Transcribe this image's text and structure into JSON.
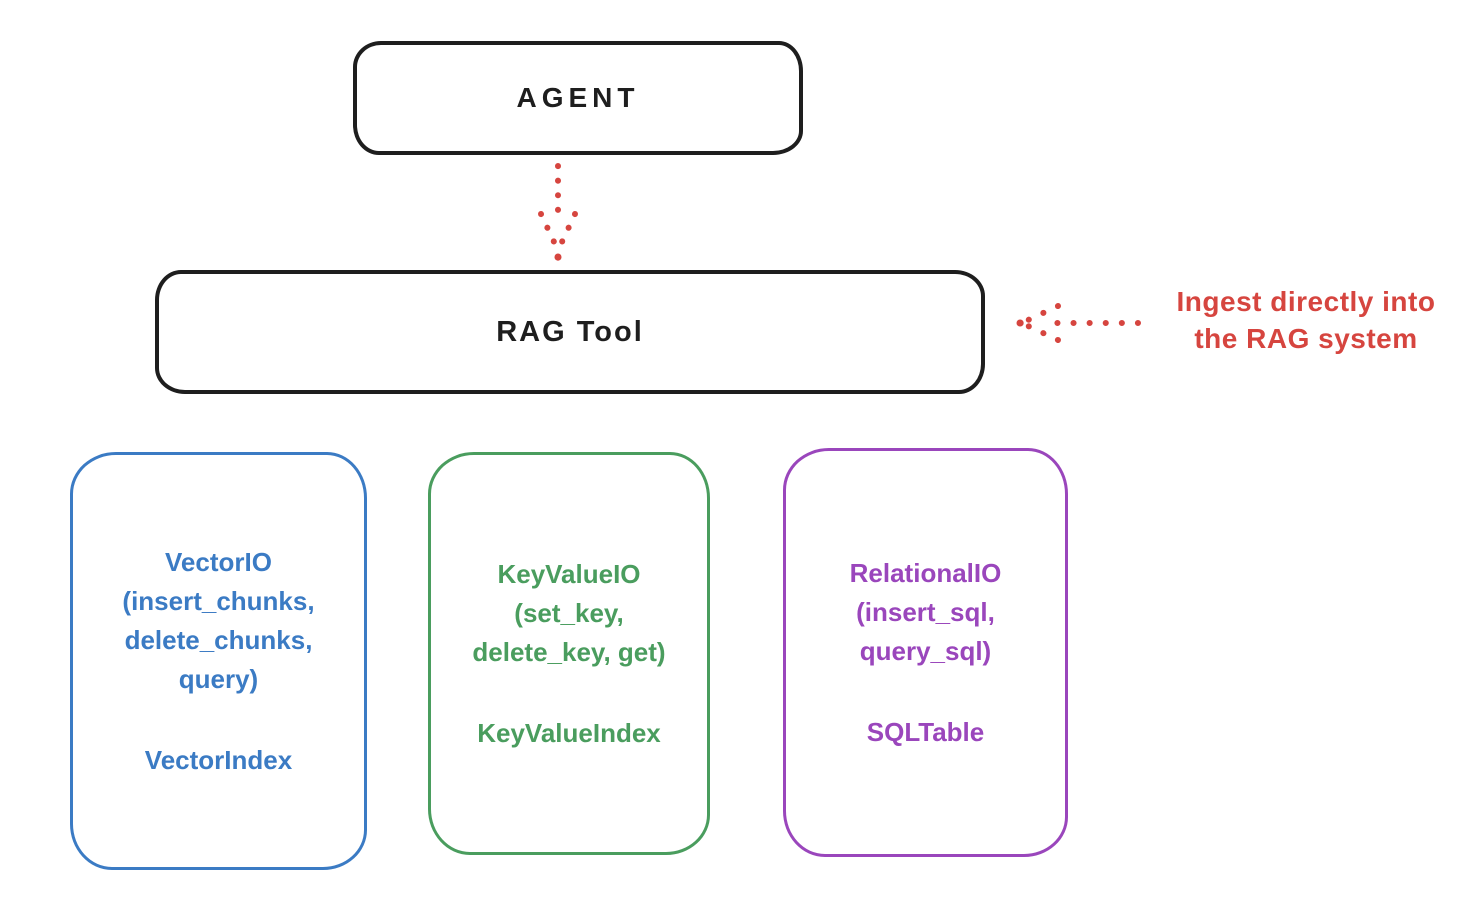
{
  "agent": {
    "label": "AGENT"
  },
  "rag_tool": {
    "label": "RAG Tool"
  },
  "annotation": {
    "line1": "Ingest directly into",
    "line2": "the RAG system"
  },
  "io_boxes": [
    {
      "name": "vector",
      "color": "#3b7bc4",
      "heading_lines": [
        "VectorIO",
        "(insert_chunks,",
        "delete_chunks,",
        "query)"
      ],
      "index_label": "VectorIndex"
    },
    {
      "name": "keyvalue",
      "color": "#4a9d5e",
      "heading_lines": [
        "KeyValueIO",
        "(set_key,",
        "delete_key, get)"
      ],
      "index_label": "KeyValueIndex"
    },
    {
      "name": "relational",
      "color": "#9a46bc",
      "heading_lines": [
        "RelationalIO",
        "(insert_sql,",
        "query_sql)"
      ],
      "index_label": "SQLTable"
    }
  ],
  "colors": {
    "outline_black": "#1e1e1e",
    "arrow_red": "#d6453f",
    "vector_blue": "#3b7bc4",
    "keyvalue_green": "#4a9d5e",
    "relational_purple": "#9a46bc"
  }
}
